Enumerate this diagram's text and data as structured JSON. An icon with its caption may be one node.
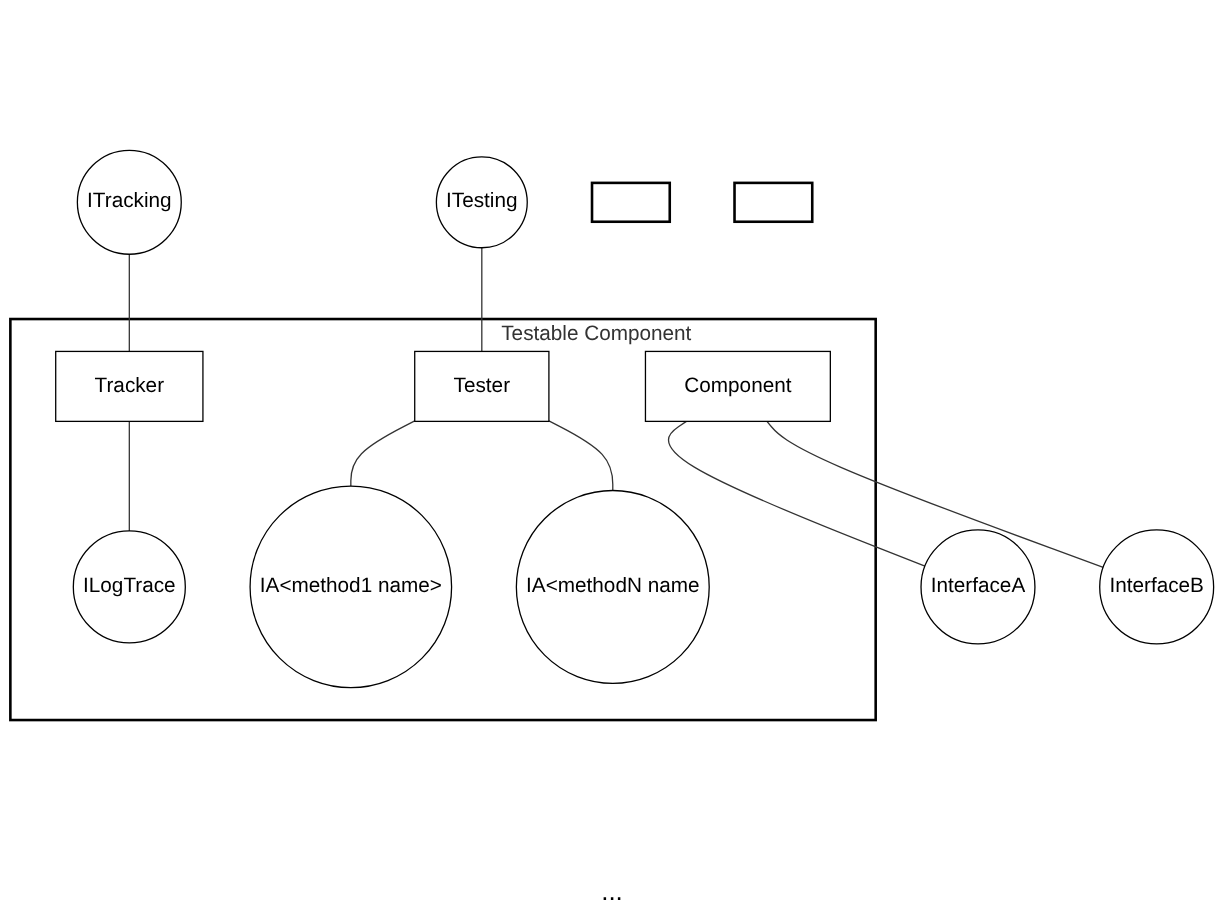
{
  "diagram": {
    "nodes": [
      {
        "text": [
          "ITracking"
        ]
      },
      {
        "text": [
          "ITesting"
        ]
      },
      {
        "text": [
          "Testable Component"
        ]
      },
      {
        "text": [],
        "shape": "box"
      },
      {
        "text": [
          "Tracker"
        ],
        "in": 2
      },
      {
        "text": [
          "Tester"
        ],
        "in": 2
      },
      {
        "text": [],
        "shape": "box"
      },
      {
        "text": [
          "ILogTrace"
        ],
        "in": 2
      },
      {
        "text": [
          "IA<method1 name>"
        ],
        "in": 2
      },
      {
        "text": [
          "IA<methodN name"
        ],
        "in": 2
      },
      {
        "text": [
          "Component"
        ],
        "in": 2
      },
      {
        "text": [
          "InterfaceA"
        ]
      },
      {
        "text": [
          "InterfaceB"
        ]
      }
    ],
    "edges": [
      {
        "from": 0,
        "to": 4,
        "arrow": "none"
      },
      {
        "from": 1,
        "to": 5,
        "arrow": "none"
      },
      {
        "from": 4,
        "to": 7,
        "arrow": "none"
      },
      {
        "from": 5,
        "to": 8,
        "arrow": "none"
      },
      {
        "from": 5,
        "to": 9,
        "arrow": "none"
      },
      {
        "from": 10,
        "to": 11,
        "arrow": "none"
      },
      {
        "from": 10,
        "to": 12,
        "arrow": "none"
      }
    ],
    "labels": [
      "..."
    ]
  }
}
